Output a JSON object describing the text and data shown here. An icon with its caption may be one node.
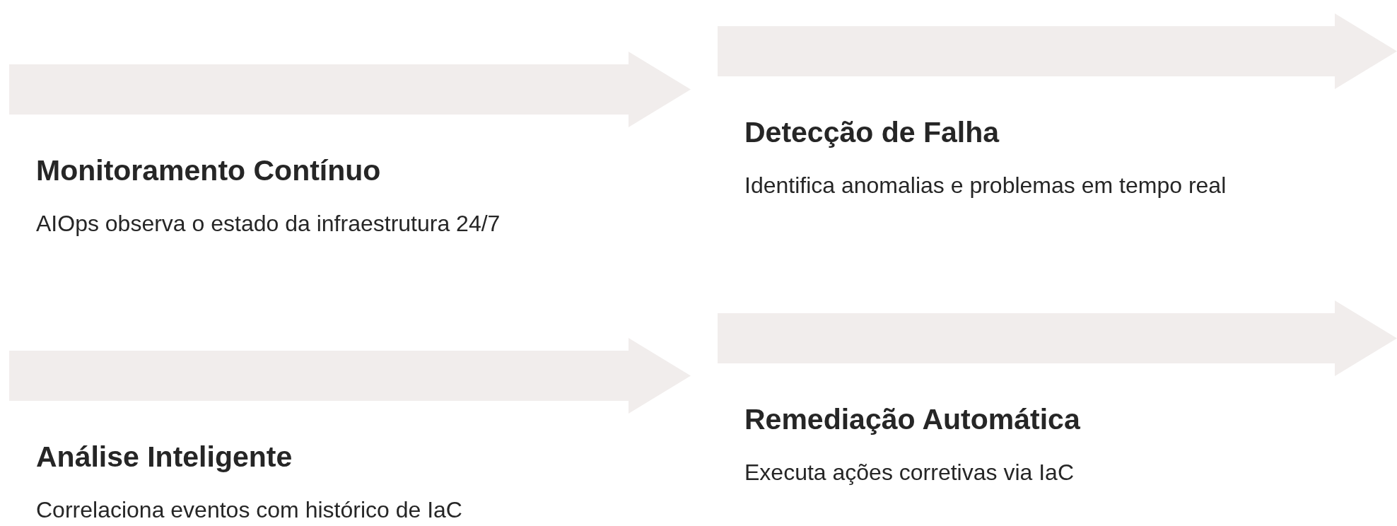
{
  "diagram": {
    "nodes": [
      {
        "text": [
          "Monitoramento Contínuo",
          "AIOps observa o estado da infraestrutura 24/7"
        ]
      },
      {
        "text": [
          "Detecção de Falha",
          "Identifica anomalias e problemas em tempo real"
        ]
      },
      {
        "text": [
          "Análise Inteligente",
          "Correlaciona eventos com histórico de IaC"
        ]
      },
      {
        "text": [
          "Remediação Automática",
          "Executa ações corretivas via IaC"
        ]
      }
    ]
  }
}
